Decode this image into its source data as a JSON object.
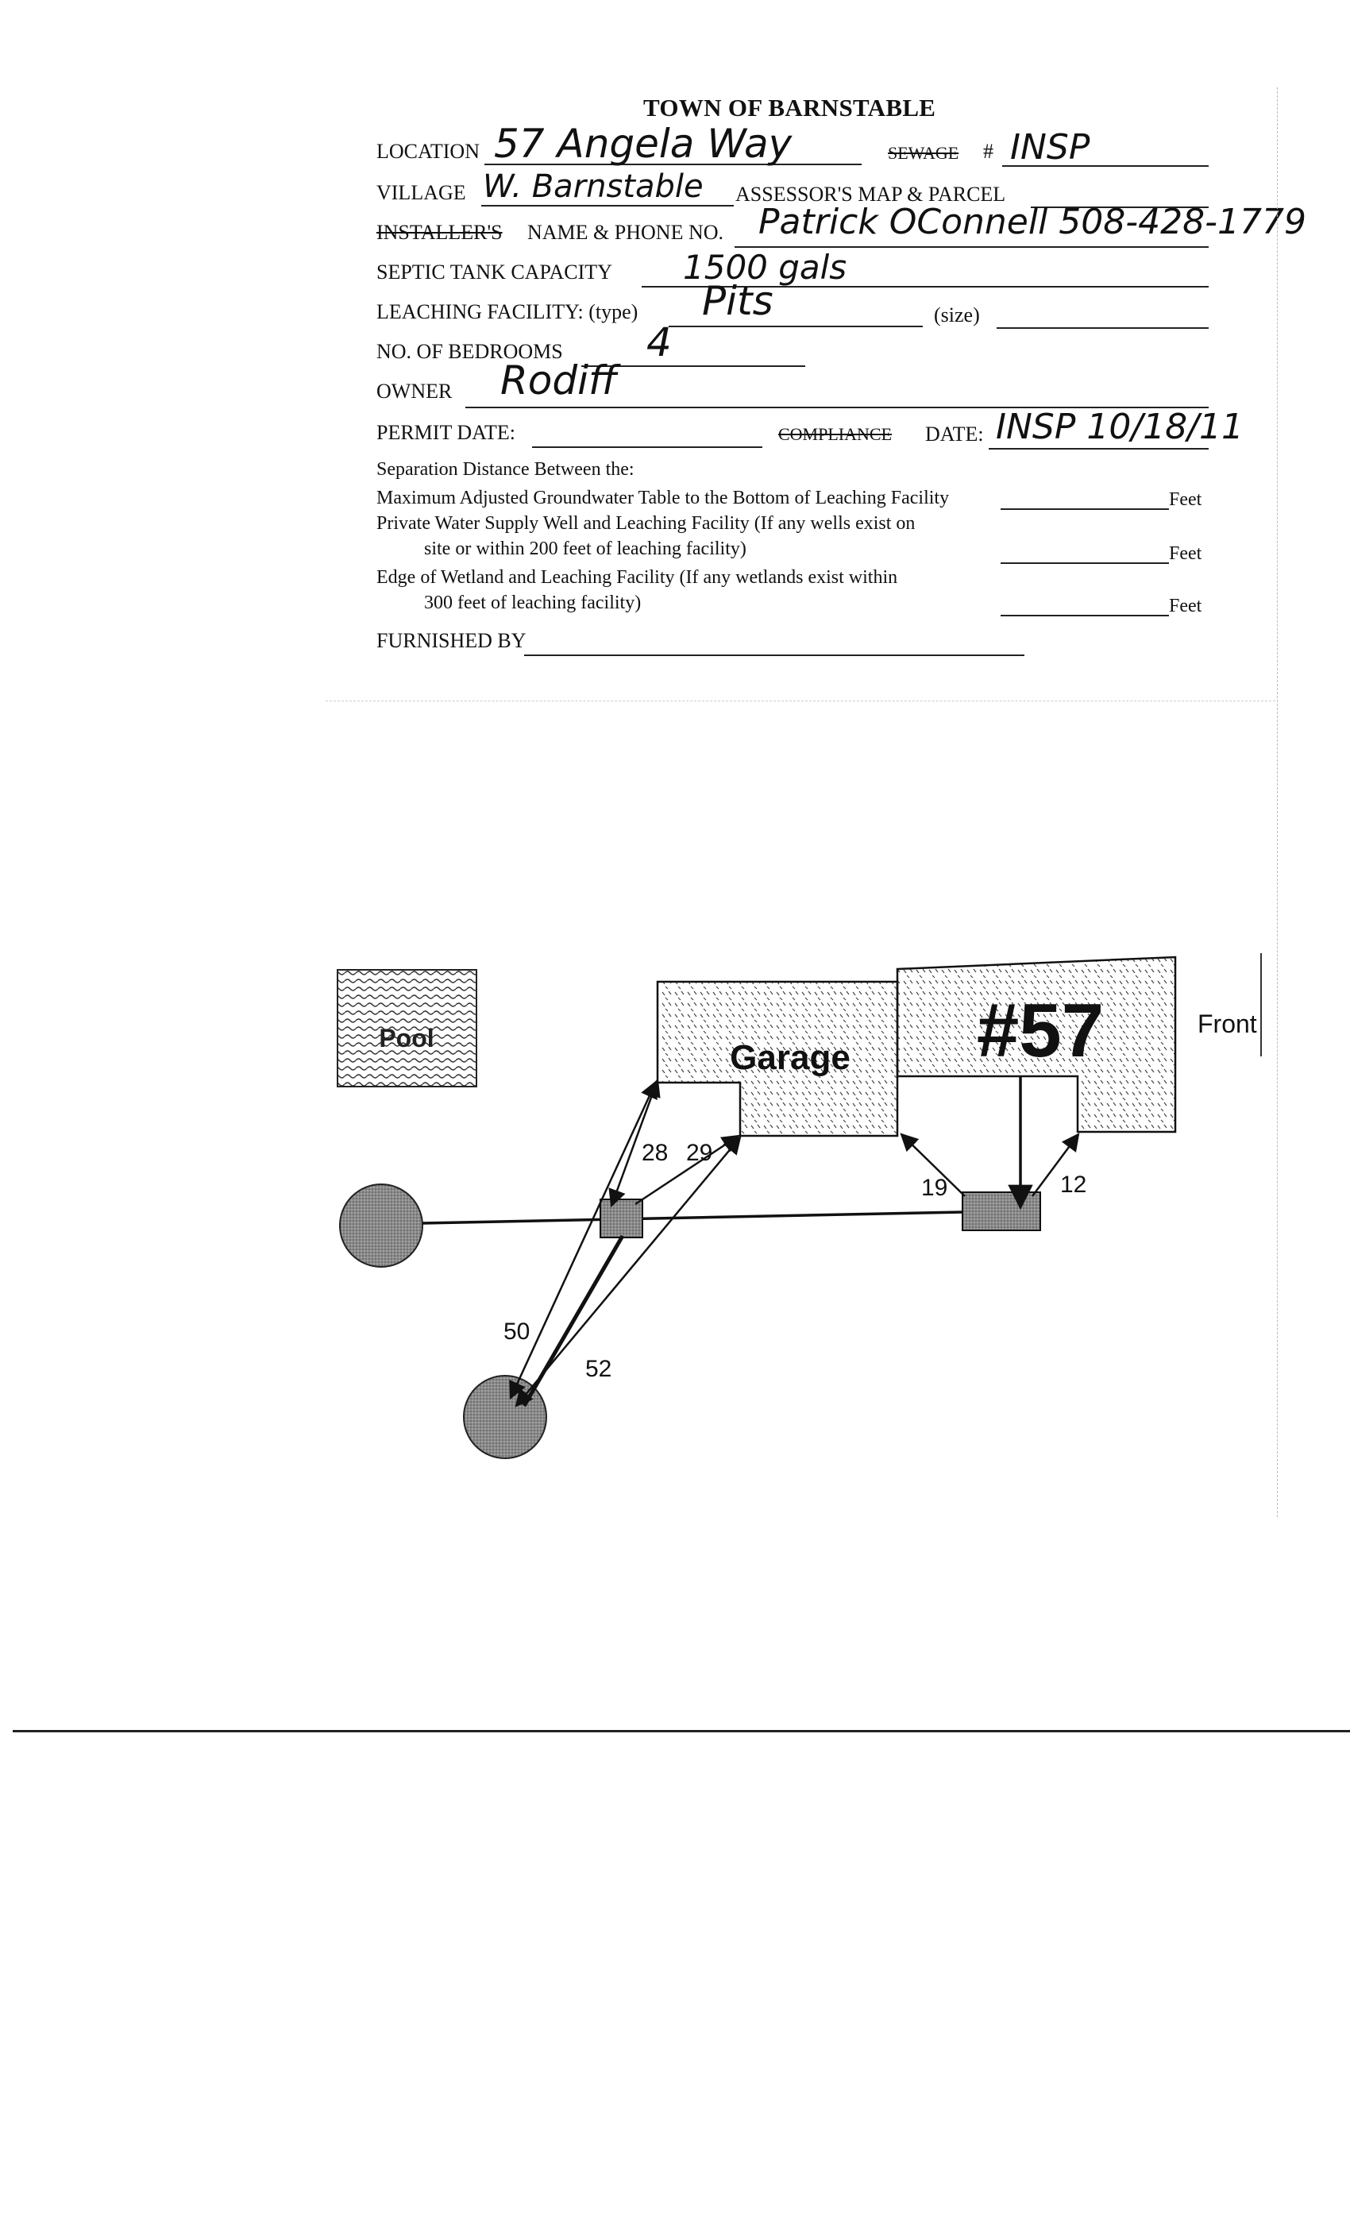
{
  "form": {
    "title": "TOWN OF BARNSTABLE",
    "location_label": "LOCATION",
    "location_value": "57 Angela Way",
    "sewage_struck": "SEWAGE",
    "sewage_hash": "#",
    "sewage_value": "INSP",
    "village_label": "VILLAGE",
    "village_value": "W. Barnstable",
    "assessor_label": "ASSESSOR'S MAP & PARCEL",
    "installer_struck": "INSTALLER'S",
    "name_phone_label": "NAME & PHONE NO.",
    "name_phone_value": "Patrick OConnell 508-428-1779",
    "septic_label": "SEPTIC TANK CAPACITY",
    "septic_value": "1500 gals",
    "leaching_label": "LEACHING FACILITY: (type)",
    "leaching_value": "Pits",
    "size_label": "(size)",
    "bedrooms_label": "NO. OF BEDROOMS",
    "bedrooms_value": "4",
    "owner_label": "OWNER",
    "owner_value": "Rodiff",
    "permit_label": "PERMIT DATE:",
    "compliance_struck": "COMPLIANCE",
    "date_label": "DATE:",
    "date_value": "INSP 10/18/11",
    "separation_heading": "Separation Distance Between the:",
    "sep1": "Maximum Adjusted Groundwater Table to the Bottom of Leaching Facility",
    "sep2a": "Private Water Supply Well and Leaching Facility (If any wells exist on",
    "sep2b": "site or within 200 feet of leaching facility)",
    "sep3a": "Edge of Wetland and Leaching Facility (If any wetlands exist within",
    "sep3b": "300 feet of leaching facility)",
    "feet1": "Feet",
    "feet2": "Feet",
    "feet3": "Feet",
    "furnished_label": "FURNISHED BY"
  },
  "diagram": {
    "pool": "Pool",
    "garage": "Garage",
    "house": "#57",
    "front": "Front",
    "d28": "28",
    "d29": "29",
    "d19": "19",
    "d12": "12",
    "d50": "50",
    "d52": "52"
  }
}
